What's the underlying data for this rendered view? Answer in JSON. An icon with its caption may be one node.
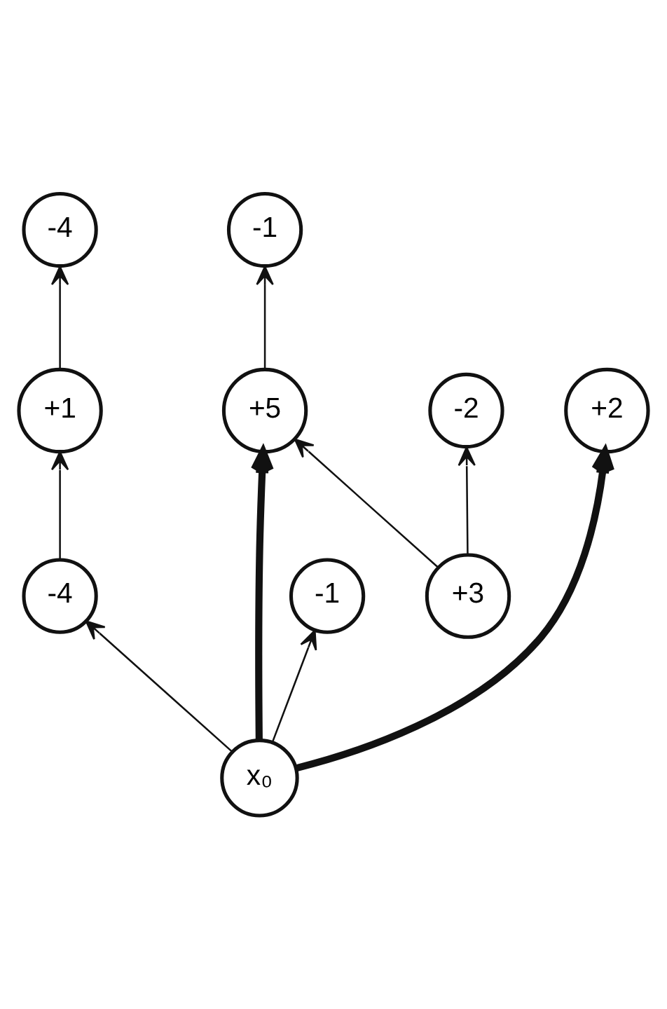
{
  "diagram": {
    "nodes": [
      {
        "text": [
          "-4"
        ]
      },
      {
        "text": [
          "-1"
        ]
      },
      {
        "text": [
          "+1"
        ]
      },
      {
        "text": [
          "+2"
        ]
      },
      {
        "text": [
          "+5"
        ]
      },
      {
        "text": [
          "-2"
        ]
      },
      {
        "text": [
          "-4"
        ]
      },
      {
        "text": [
          "-1"
        ]
      },
      {
        "text": [
          "+3"
        ]
      },
      {
        "text": [
          "x₀"
        ]
      }
    ],
    "edges": [
      {
        "from": 9,
        "to": 6,
        "arrow": "to"
      },
      {
        "from": 9,
        "to": 3,
        "arrow": "to",
        "style": "thick"
      },
      {
        "from": 9,
        "to": 7,
        "arrow": "to"
      },
      {
        "from": 9,
        "to": 4,
        "arrow": "to",
        "style": "thick"
      },
      {
        "from": 6,
        "to": 2,
        "arrow": "to"
      },
      {
        "from": 2,
        "to": 0,
        "arrow": "to"
      },
      {
        "from": 4,
        "to": 1,
        "arrow": "to"
      },
      {
        "from": 8,
        "to": 4,
        "arrow": "to"
      },
      {
        "from": 8,
        "to": 5,
        "arrow": "to"
      }
    ]
  }
}
